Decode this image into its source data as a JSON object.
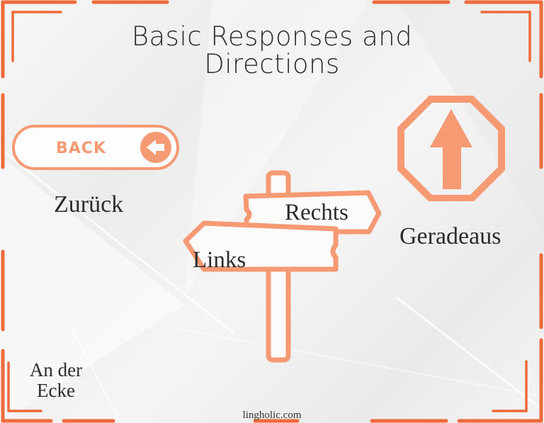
{
  "title": {
    "line1": "Basic Responses and",
    "line2": "Directions"
  },
  "items": [
    {
      "id": "back",
      "icon": "back-button-icon",
      "button_label": "BACK",
      "german": "Zurück"
    },
    {
      "id": "signpost",
      "icon": "signpost-icon",
      "sign_right": "Rechts",
      "sign_left": "Links"
    },
    {
      "id": "straight",
      "icon": "straight-arrow-octagon-icon",
      "german": "Geradeaus"
    },
    {
      "id": "corner",
      "german_line1": "An der",
      "german_line2": "Ecke"
    }
  ],
  "footer": {
    "text": "lingholic.com"
  },
  "colors": {
    "accent": "#f59a73",
    "frame": "#ee6a3a",
    "text": "#2c2c2c"
  }
}
